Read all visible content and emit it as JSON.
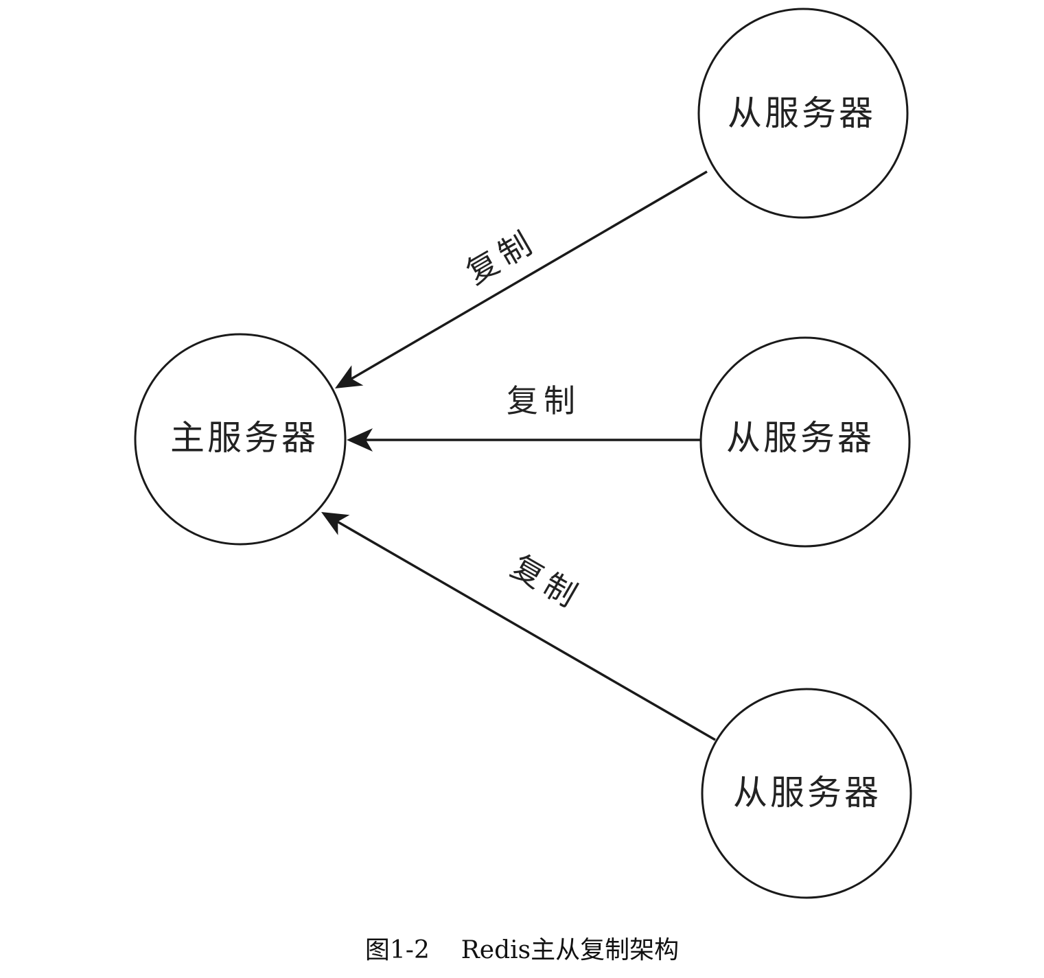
{
  "diagram": {
    "master": {
      "label": "主服务器"
    },
    "slaves": [
      {
        "label": "从服务器"
      },
      {
        "label": "从服务器"
      },
      {
        "label": "从服务器"
      }
    ],
    "edges": [
      {
        "label": "复制"
      },
      {
        "label": "复制"
      },
      {
        "label": "复制"
      }
    ]
  },
  "caption": {
    "figure_number": "图1-2",
    "title": "Redis主从复制架构"
  },
  "colors": {
    "stroke": "#1a1a1a",
    "text": "#222222",
    "background": "#ffffff"
  }
}
